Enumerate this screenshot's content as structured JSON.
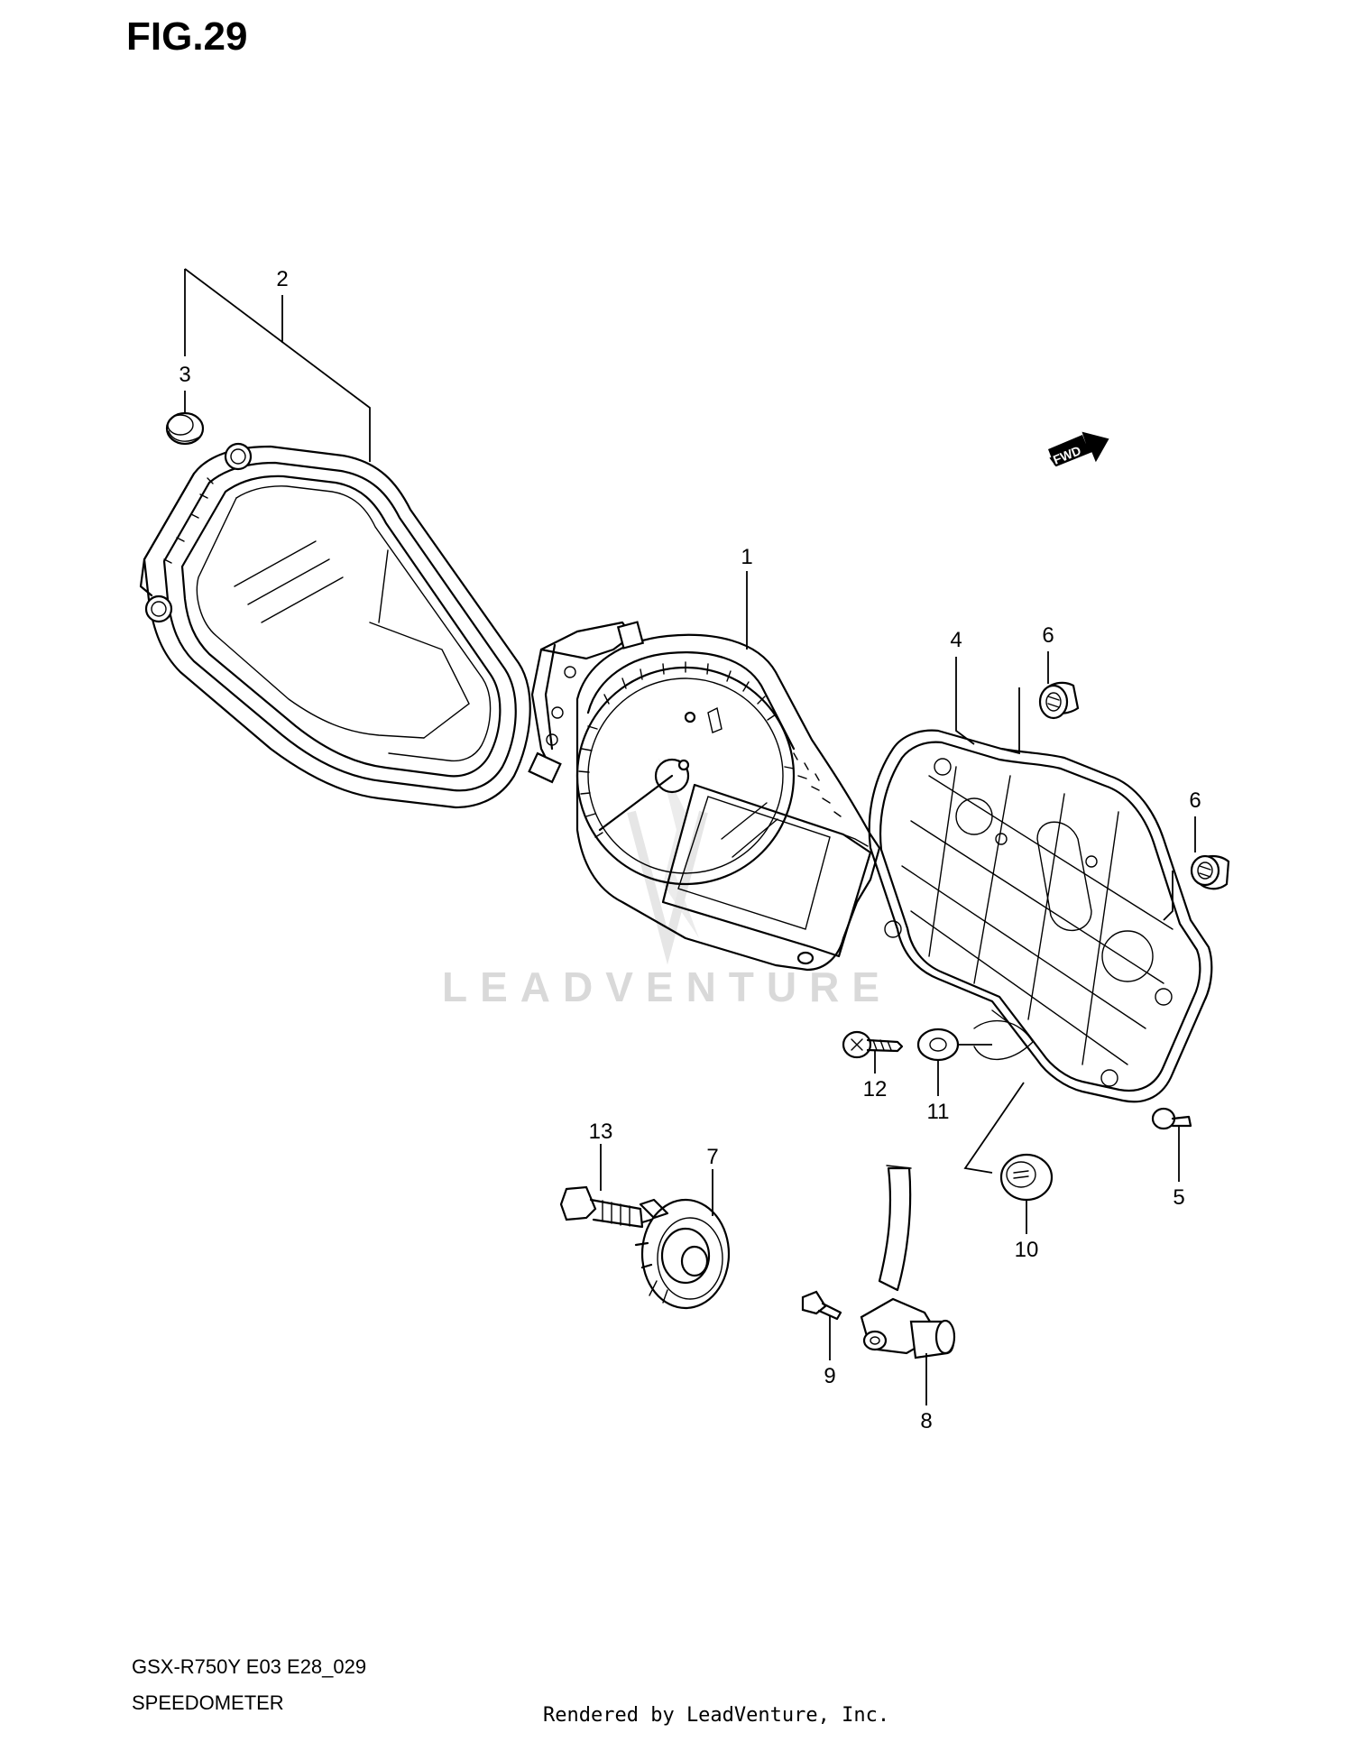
{
  "figure": {
    "title": "FIG.29"
  },
  "footer": {
    "model_code": "GSX-R750Y E03 E28_029",
    "assembly_name": "SPEEDOMETER",
    "rendered_by": "Rendered by LeadVenture, Inc."
  },
  "watermark": "LEADVENTURE",
  "fwd_label": "FWD",
  "callouts": [
    "1",
    "2",
    "3",
    "4",
    "5",
    "6",
    "6",
    "7",
    "8",
    "9",
    "10",
    "11",
    "12",
    "13"
  ]
}
